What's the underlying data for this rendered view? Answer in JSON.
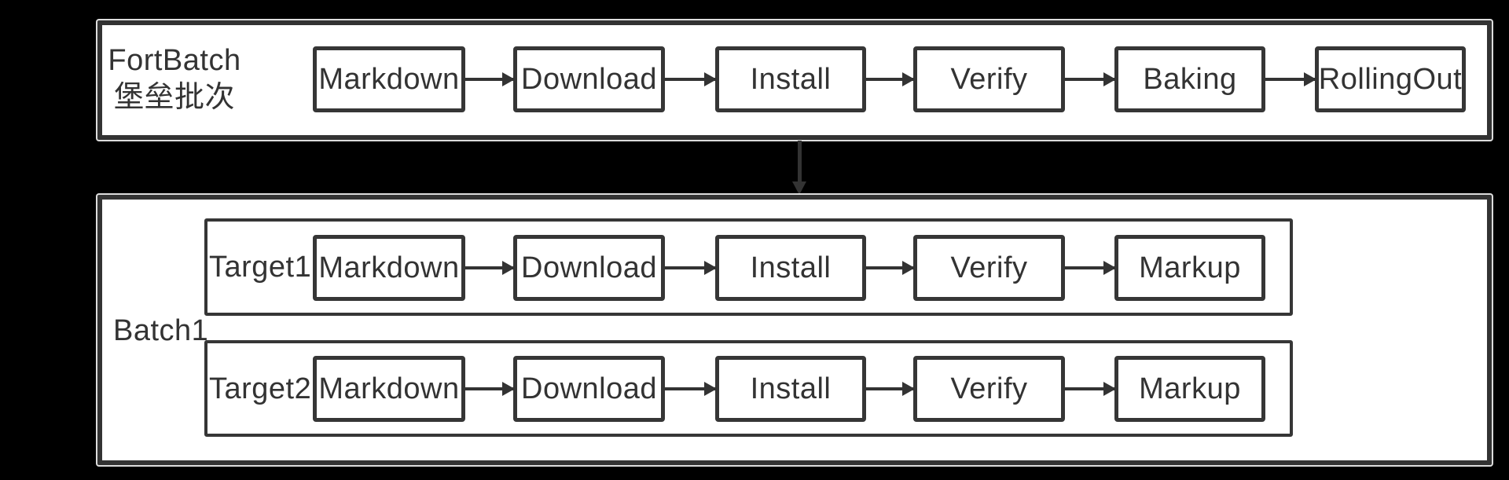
{
  "colors": {
    "background": "#000000",
    "panel_fill": "#ffffff",
    "stroke": "#333333",
    "text": "#333333"
  },
  "fortbatch": {
    "title_en": "FortBatch",
    "title_zh": "堡垒批次",
    "stages": [
      "Markdown",
      "Download",
      "Install",
      "Verify",
      "Baking",
      "RollingOut"
    ]
  },
  "batch": {
    "label": "Batch1",
    "targets": [
      {
        "label": "Target1",
        "stages": [
          "Markdown",
          "Download",
          "Install",
          "Verify",
          "Markup"
        ]
      },
      {
        "label": "Target2",
        "stages": [
          "Markdown",
          "Download",
          "Install",
          "Verify",
          "Markup"
        ]
      }
    ]
  }
}
